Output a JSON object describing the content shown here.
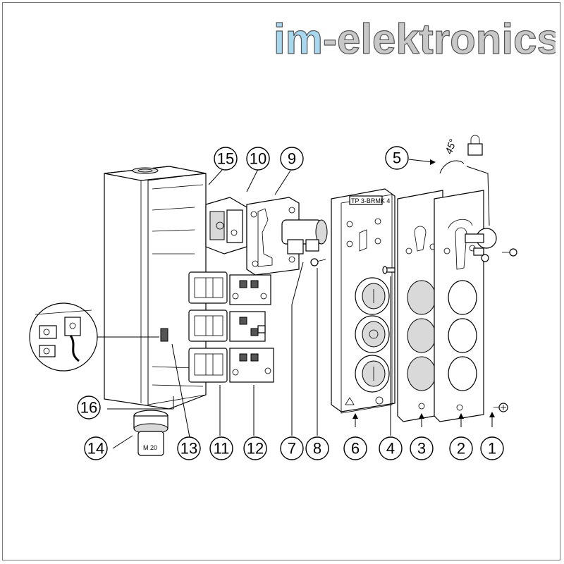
{
  "brand": {
    "prefix": "im",
    "suffix": "-elektronics",
    "prefix_color": "#a8d8f0",
    "suffix_color": "#c8c8c8",
    "outline_color": "#555555"
  },
  "labels": {
    "angle": "45°",
    "gland": "M 20",
    "plate_marking": "TP 3-BRMK 4"
  },
  "callouts": [
    {
      "id": "1",
      "text": "1"
    },
    {
      "id": "2",
      "text": "2"
    },
    {
      "id": "3",
      "text": "3"
    },
    {
      "id": "4",
      "text": "4"
    },
    {
      "id": "5",
      "text": "5"
    },
    {
      "id": "6",
      "text": "6"
    },
    {
      "id": "7",
      "text": "7"
    },
    {
      "id": "8",
      "text": "8"
    },
    {
      "id": "9",
      "text": "9"
    },
    {
      "id": "10",
      "text": "10"
    },
    {
      "id": "11",
      "text": "11"
    },
    {
      "id": "12",
      "text": "12"
    },
    {
      "id": "13",
      "text": "13"
    },
    {
      "id": "14",
      "text": "14"
    },
    {
      "id": "15",
      "text": "15"
    },
    {
      "id": "16",
      "text": "16"
    }
  ]
}
